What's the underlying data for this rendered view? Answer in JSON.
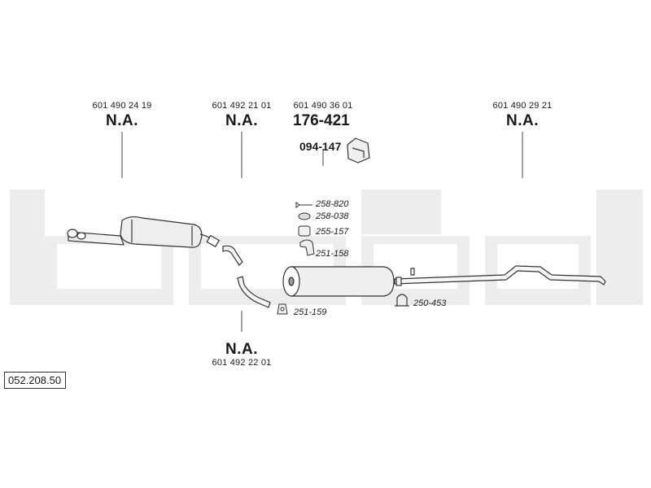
{
  "catalog_number": "052.208.50",
  "watermark": "bosal",
  "labels": [
    {
      "oe": "601 490 24 19",
      "code": "N.A."
    },
    {
      "oe": "601 492 21 01",
      "code": "N.A."
    },
    {
      "oe": "601 490 36 01",
      "code": "176-421"
    },
    {
      "oe": "601 490 29 21",
      "code": "N.A."
    },
    {
      "oe": "601 492 22 01",
      "code": "N.A."
    }
  ],
  "bracket_code": "094-147",
  "parts": [
    "258-820",
    "258-038",
    "255-157",
    "251-158",
    "251-159",
    "250-453"
  ],
  "colors": {
    "line": "#333333",
    "watermark": "#eeeeee",
    "text": "#1a1a1a"
  }
}
